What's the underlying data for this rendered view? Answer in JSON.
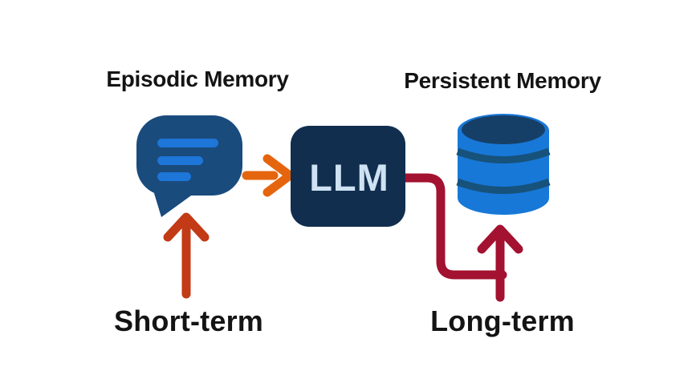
{
  "diagram": {
    "left_title": "Episodic Memory",
    "right_title": "Persistent Memory",
    "llm_label": "LLM",
    "short_term_label": "Short-term",
    "long_term_label": "Long-term"
  },
  "icons": {
    "episodic_memory": "chat-bubble-icon",
    "persistent_memory": "database-icon",
    "flow_in": "arrow-right-icon",
    "short_term_flow": "arrow-up-icon",
    "long_term_flow": "elbow-arrow-up-icon"
  },
  "colors": {
    "background": "#ffffff",
    "bubble_fill": "#1a4b7d",
    "bubble_lines": "#1d76d8",
    "llm_box": "#112e4e",
    "llm_text": "#cfe2f3",
    "flow_arrow_orange": "#e5650e",
    "short_term_arrow_red": "#c23a16",
    "long_term_arrow_crimson": "#a31230",
    "db_body_blue": "#1878d8",
    "db_top_navy": "#163f68",
    "db_band_navy": "#16527b",
    "label_text": "#141414"
  }
}
